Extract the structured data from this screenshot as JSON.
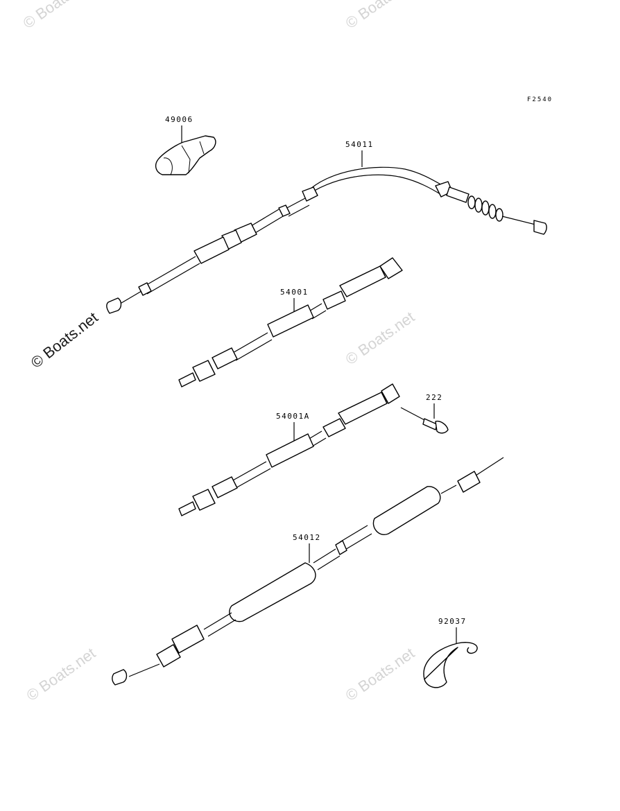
{
  "diagram": {
    "figure_code": "F2540",
    "parts": [
      {
        "number": "49006"
      },
      {
        "number": "54011"
      },
      {
        "number": "54001"
      },
      {
        "number": "54001A"
      },
      {
        "number": "222"
      },
      {
        "number": "54012"
      },
      {
        "number": "92037"
      }
    ]
  },
  "watermark": {
    "text": "© Boats.net"
  }
}
